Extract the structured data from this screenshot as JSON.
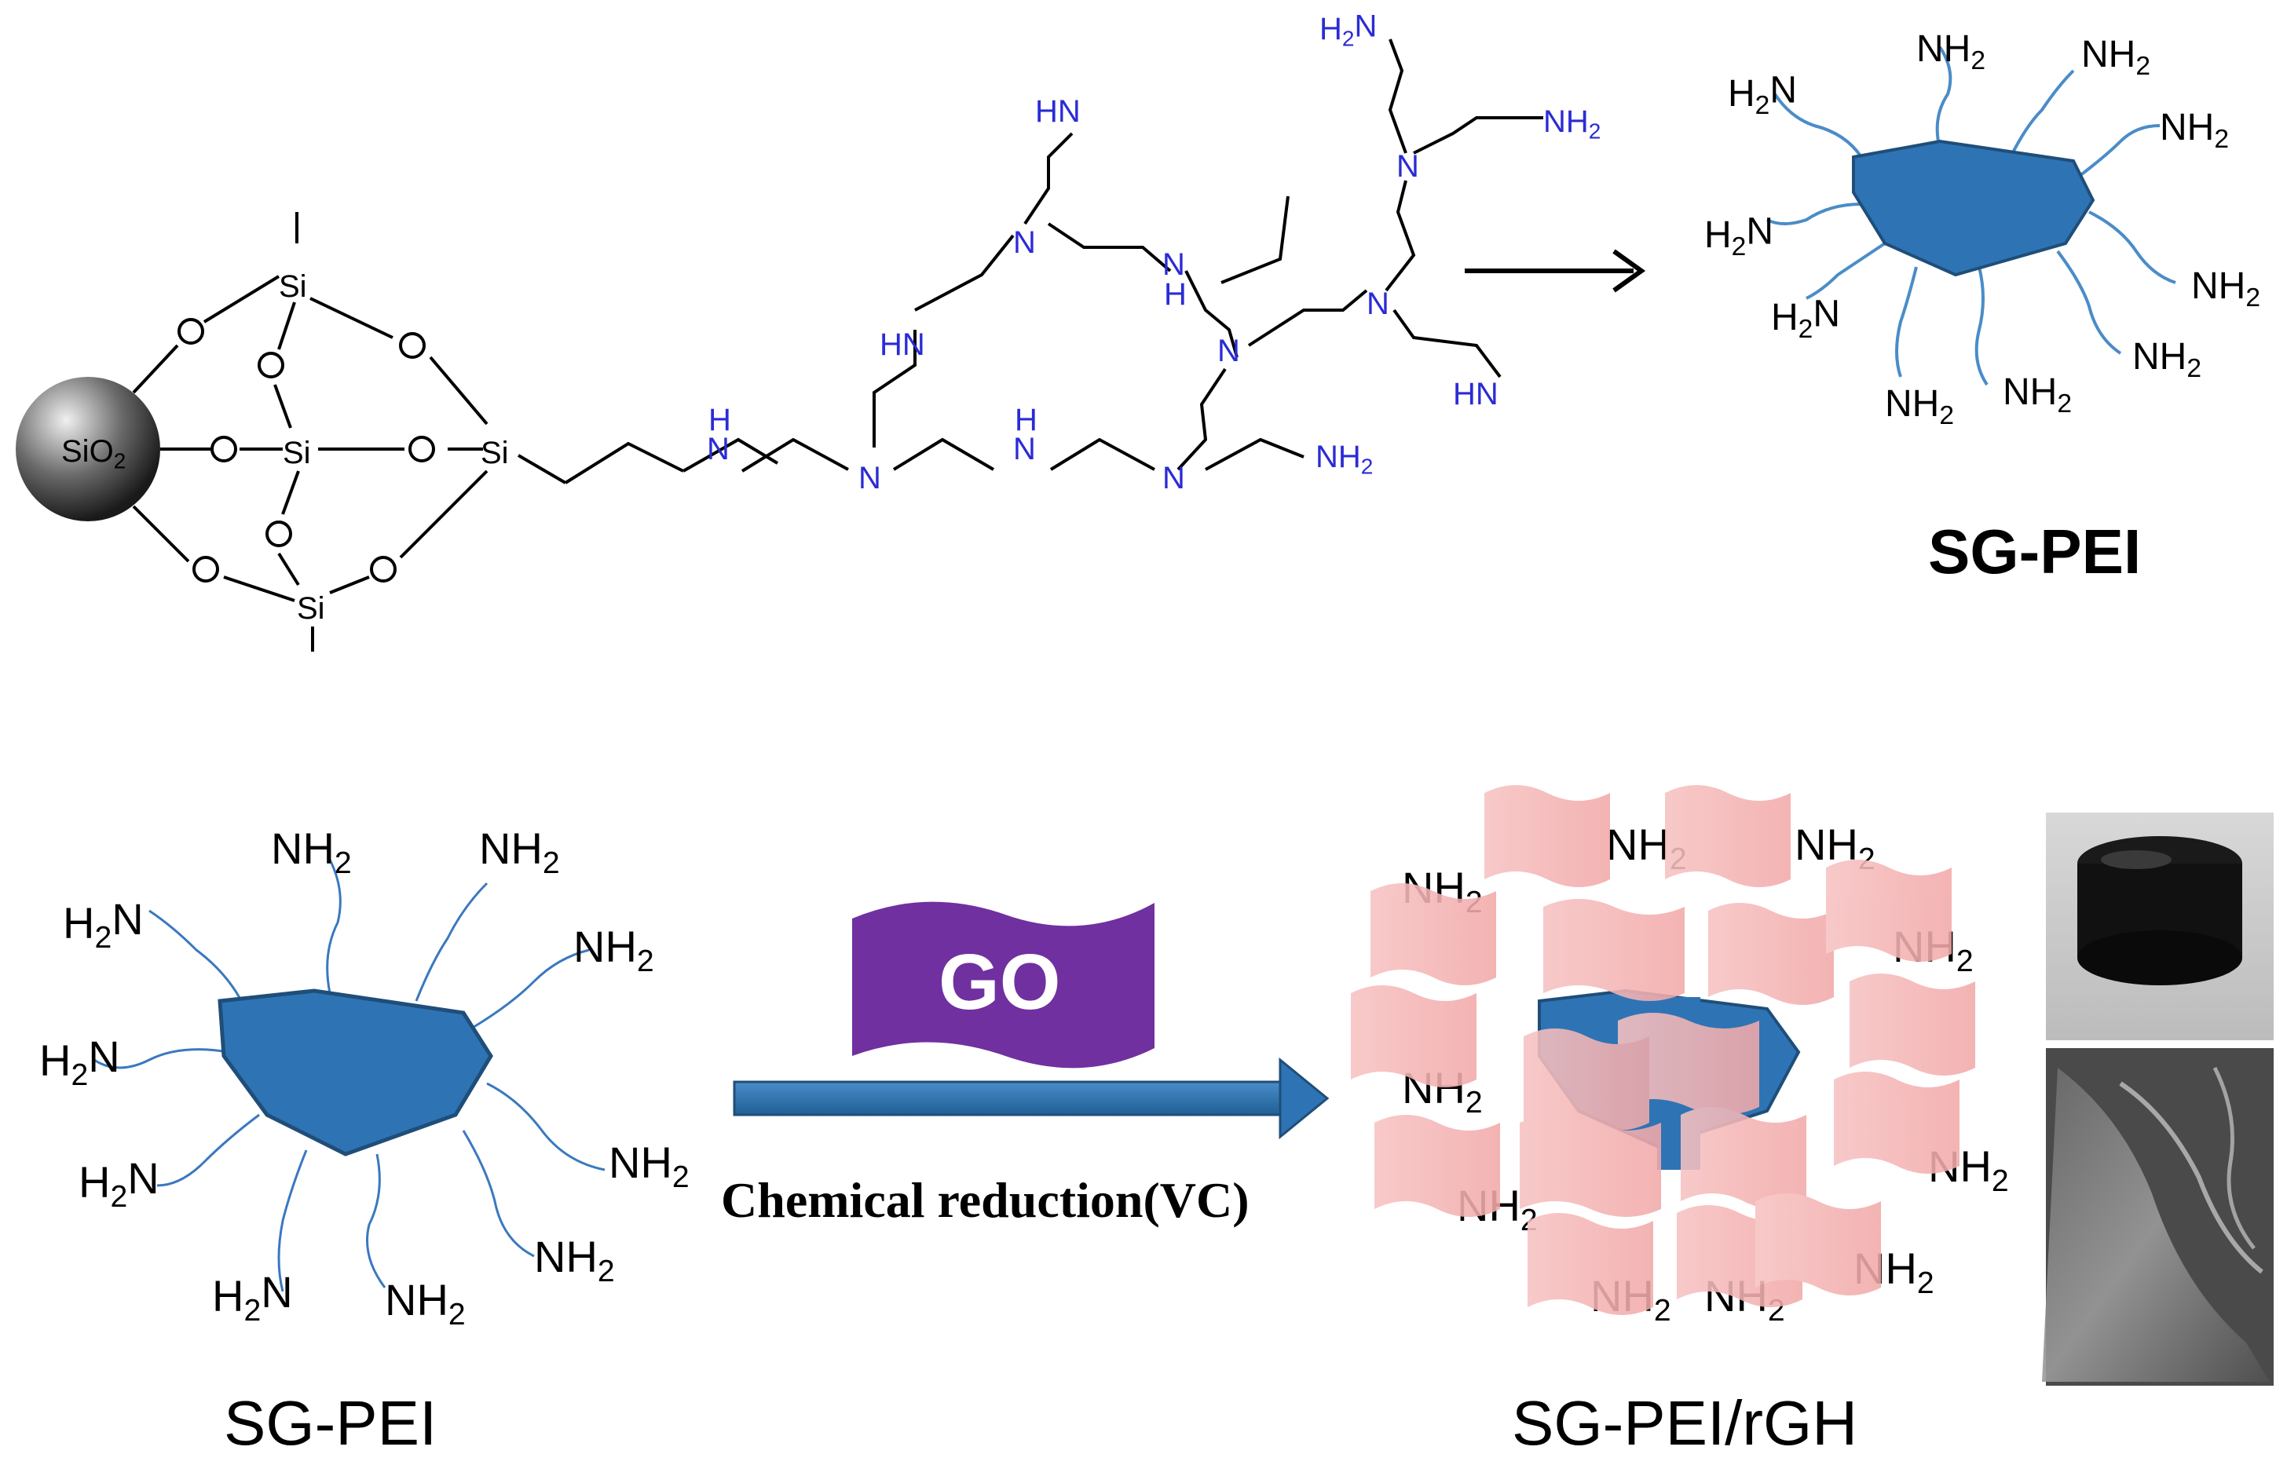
{
  "top_scheme": {
    "sio2_label": "SiO2",
    "si_label": "Si",
    "o_label": "O",
    "amine_labels": {
      "nh": "N",
      "h": "H",
      "hn": "HN",
      "n": "N",
      "nh2": "NH2",
      "h2n": "H2N"
    },
    "product_title": "SG-PEI"
  },
  "bottom_scheme": {
    "reactant_title": "SG-PEI",
    "reagent_label": "GO",
    "arrow_caption": "Chemical reduction(VC)",
    "product_title": "SG-PEI/rGH"
  },
  "colors": {
    "particle_blue": "#2e74b5",
    "chain_blue": "#3366cc",
    "go_purple": "#7030a0",
    "sheet_pink": "#f4b6b6",
    "text_black": "#000000"
  }
}
